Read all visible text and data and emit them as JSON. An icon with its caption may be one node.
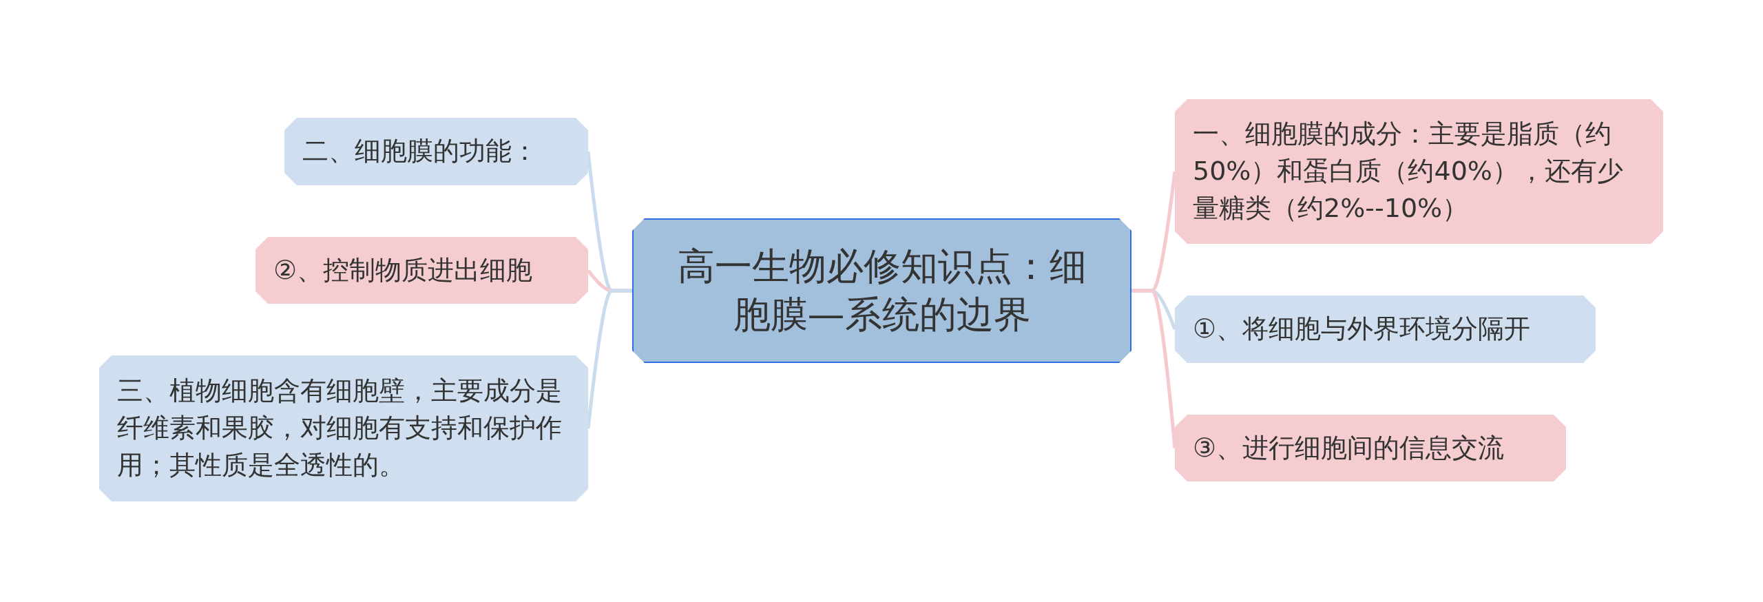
{
  "diagram": {
    "nodes": [
      {
        "text": [
          "高一生物必修知识点：细胞膜—系统的边界"
        ]
      },
      {
        "text": [
          "二、细胞膜的功能："
        ]
      },
      {
        "text": [
          "②、控制物质进出细胞"
        ]
      },
      {
        "text": [
          "三、植物细胞含有细胞壁，主要成分是纤维素和果胶，对细胞有支持和保护作用；其性质是全透性的。"
        ]
      },
      {
        "text": [
          "一、细胞膜的成分：主要是脂质（约50%）和蛋白质（约40%），还有少量糖类（约2%--10%）"
        ]
      },
      {
        "text": [
          "①、将细胞与外界环境分隔开"
        ]
      },
      {
        "text": [
          "③、进行细胞间的信息交流"
        ]
      }
    ],
    "edges": [
      {
        "from": 0,
        "to": 1,
        "arrow": "none",
        "color": "#c9dcee"
      },
      {
        "from": 0,
        "to": 2,
        "arrow": "none",
        "color": "#f5c9cd"
      },
      {
        "from": 0,
        "to": 3,
        "arrow": "none",
        "color": "#c9dcee"
      },
      {
        "from": 0,
        "to": 4,
        "arrow": "none",
        "color": "#f5c9cd"
      },
      {
        "from": 0,
        "to": 5,
        "arrow": "none",
        "color": "#c9dcee"
      },
      {
        "from": 0,
        "to": 6,
        "arrow": "none",
        "color": "#f5c9cd"
      }
    ]
  }
}
